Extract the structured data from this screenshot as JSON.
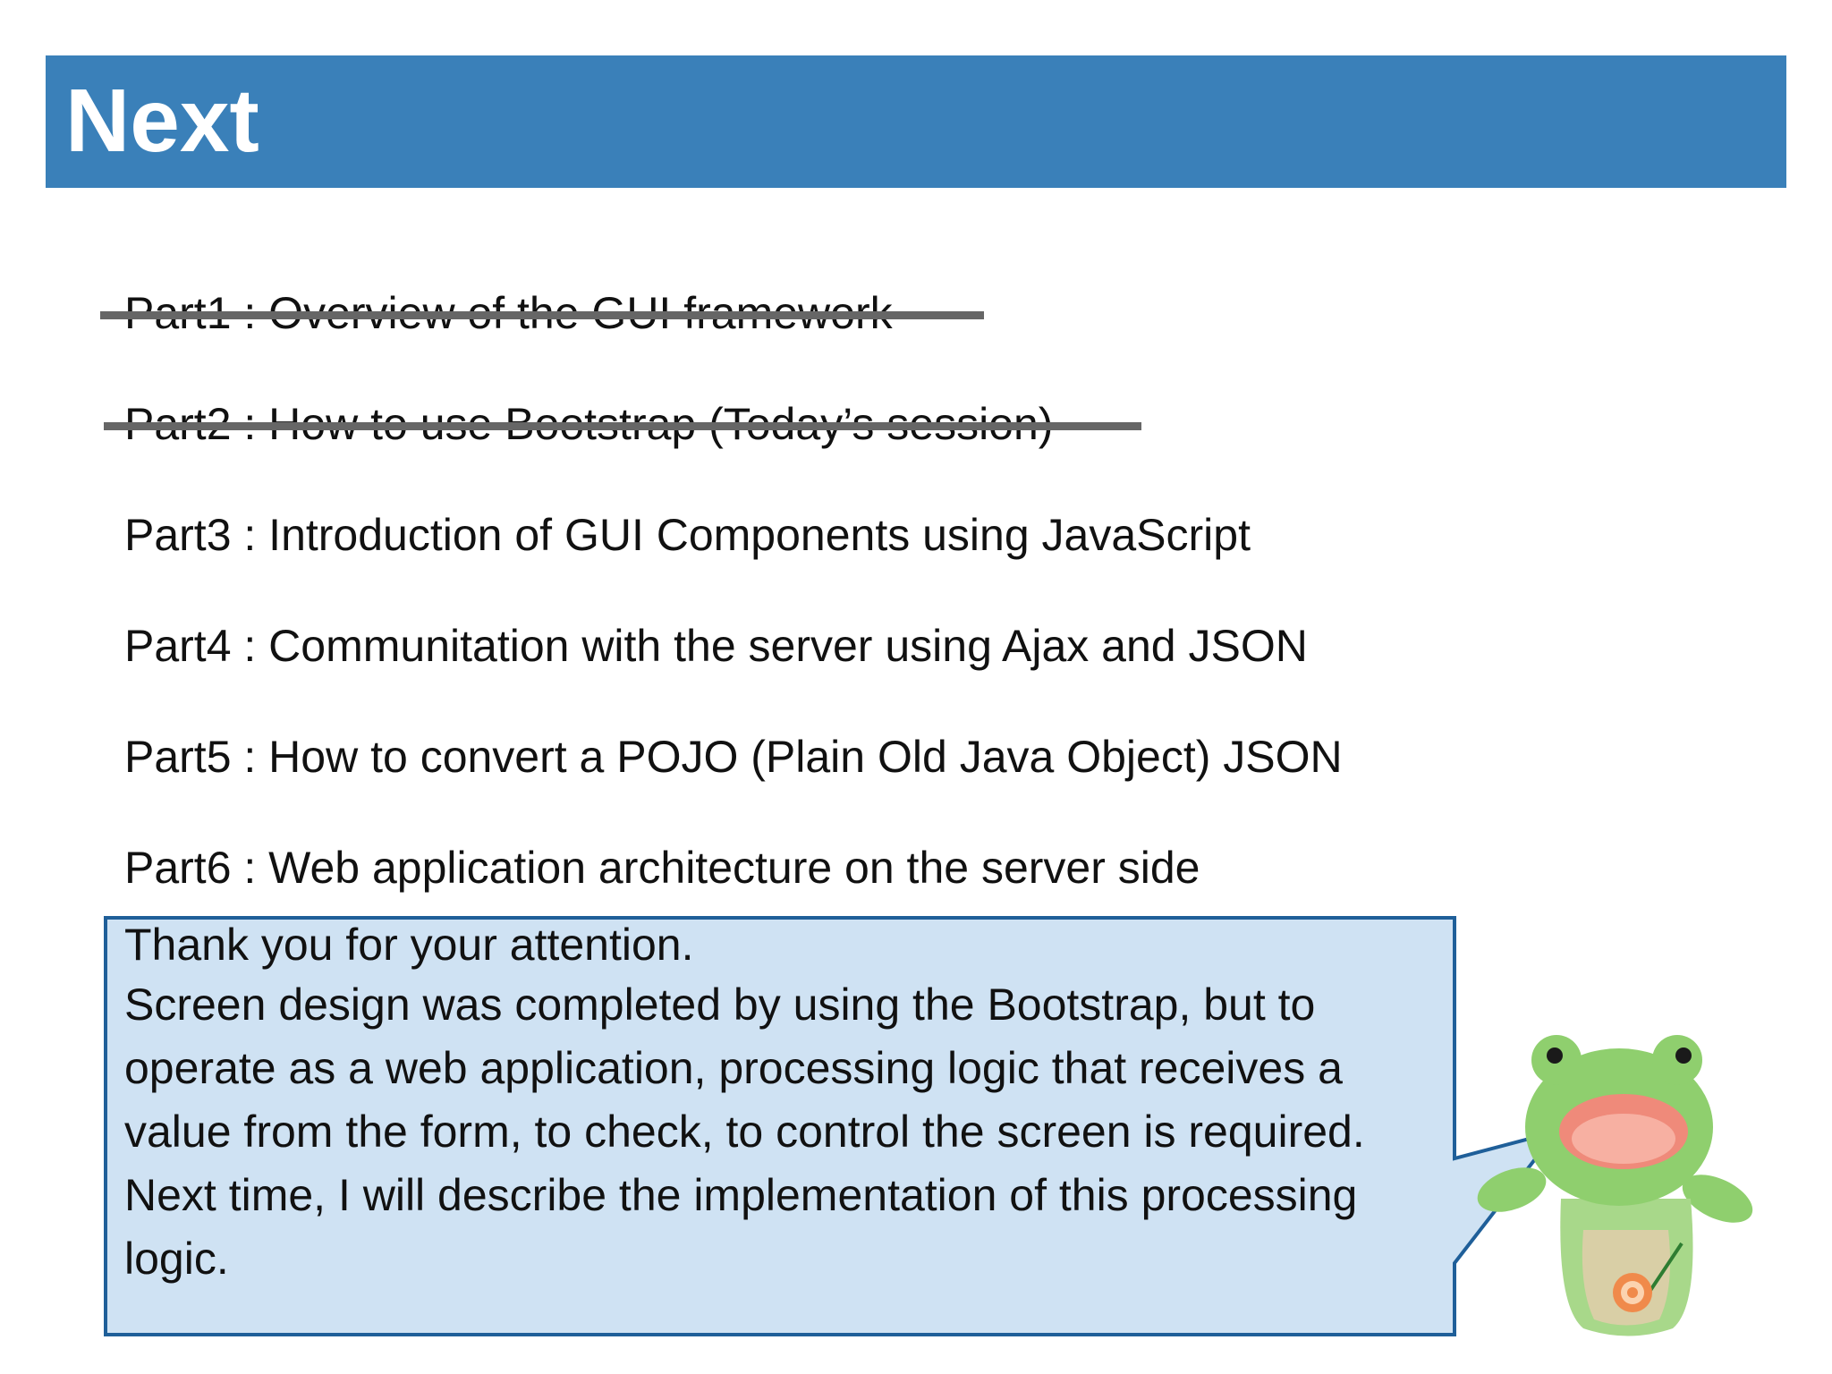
{
  "header": {
    "title": "Next"
  },
  "agenda": {
    "items": [
      {
        "label": "Part1 : Overview of the GUI framework",
        "completed": true
      },
      {
        "label": "Part2 : How to use Bootstrap (Today’s session)",
        "completed": true
      },
      {
        "label": "Part3 : Introduction of GUI Components using JavaScript",
        "completed": false
      },
      {
        "label": "Part4 : Communitation with the server using Ajax and JSON",
        "completed": false
      },
      {
        "label": "Part5 : How to convert a POJO (Plain Old Java Object) JSON",
        "completed": false
      },
      {
        "label": "Part6 : Web application architecture on the server side",
        "completed": false
      }
    ]
  },
  "callout": {
    "heading": "Thank you for your attention.",
    "body": "Screen design was completed by using the Bootstrap, but to operate as a web application, processing logic that receives a value from the form, to check, to control the screen is required. Next time, I will describe the implementation of this processing logic."
  },
  "colors": {
    "title_bar": "#3a80b9",
    "callout_fill": "#cfe2f3",
    "callout_border": "#1f5f99",
    "strike": "#666666",
    "frog_green": "#8fcf6e"
  },
  "icons": {
    "mascot": "frog-puppet-icon"
  }
}
